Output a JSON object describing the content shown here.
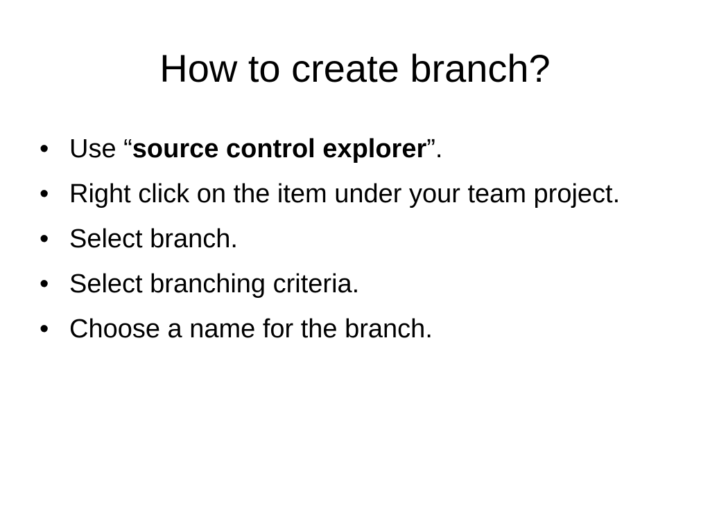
{
  "slide": {
    "title": "How to create branch?",
    "bullet_symbol": "•",
    "bullets": [
      {
        "prefix": "Use “",
        "bold": "source control explorer",
        "suffix": "”."
      },
      {
        "text": "Right click on the item under your team project."
      },
      {
        "text": "Select branch."
      },
      {
        "text": "Select branching criteria."
      },
      {
        "text": "Choose a name for the branch."
      }
    ]
  }
}
